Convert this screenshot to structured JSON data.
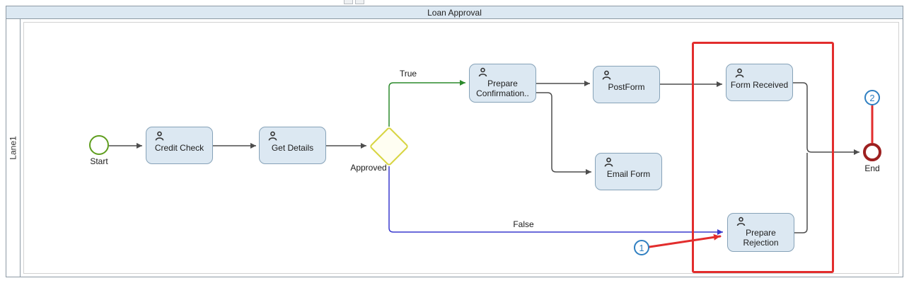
{
  "title": "Loan Approval",
  "lane": {
    "label": "Lane1"
  },
  "nodes": {
    "start": {
      "label": "Start",
      "type": "start-event"
    },
    "credit_check": {
      "label": "Credit Check",
      "type": "user-task"
    },
    "get_details": {
      "label": "Get Details",
      "type": "user-task"
    },
    "approved_gateway": {
      "label": "Approved",
      "type": "exclusive-gateway"
    },
    "prepare_confirmation": {
      "label": "Prepare Confirmation..",
      "type": "user-task"
    },
    "post_form": {
      "label": "PostForm",
      "type": "user-task"
    },
    "email_form": {
      "label": "Email Form",
      "type": "user-task"
    },
    "form_received": {
      "label": "Form Received",
      "type": "user-task"
    },
    "prepare_rejection": {
      "label": "Prepare Rejection",
      "type": "user-task"
    },
    "end": {
      "label": "End",
      "type": "end-event"
    }
  },
  "edge_labels": {
    "true_branch": "True",
    "false_branch": "False"
  },
  "annotations": {
    "callout_1": "1",
    "callout_2": "2"
  },
  "task_icon": "user-icon",
  "colors": {
    "task_fill": "#dce8f2",
    "task_border": "#86a2b8",
    "titlebar_fill": "#dce8f2",
    "start_stroke": "#5f9e1f",
    "end_stroke": "#9d2020",
    "gateway_stroke": "#d8d542",
    "flow_edge": "#4d4d4d",
    "true_edge": "#2c8a2c",
    "false_edge": "#3a3ace",
    "highlight": "#e22d2d",
    "callout": "#2f7fc1"
  }
}
